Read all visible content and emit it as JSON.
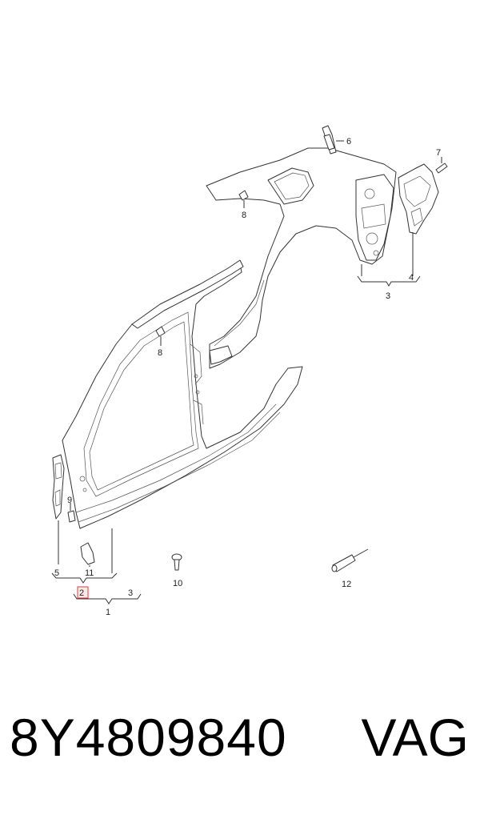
{
  "diagram": {
    "part_labels": {
      "p1": "1",
      "p2": "2",
      "p3_left": "3",
      "p3_right": "3",
      "p4": "4",
      "p5": "5",
      "p6": "6",
      "p7": "7",
      "p8_top": "8",
      "p8_mid": "8",
      "p9": "9",
      "p10": "10",
      "p11": "11",
      "p12": "12"
    },
    "highlight_color": "#e03a3a"
  },
  "footer": {
    "part_number": "8Y4809840",
    "brand": "VAG"
  }
}
